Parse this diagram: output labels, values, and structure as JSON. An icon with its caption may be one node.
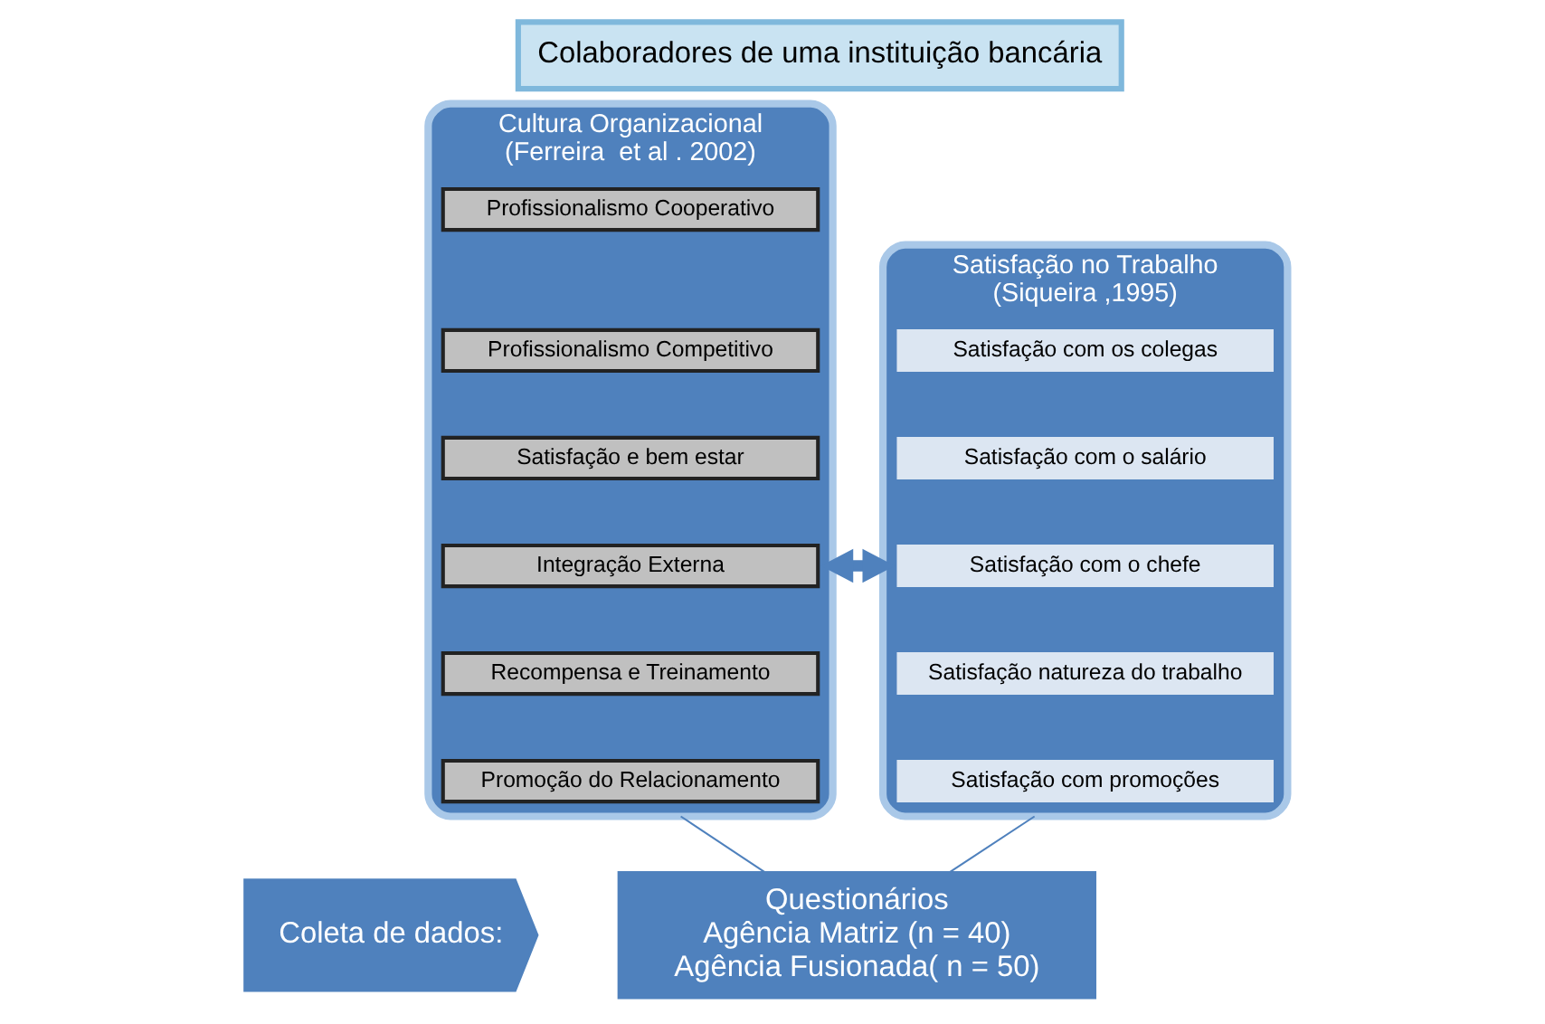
{
  "diagram": {
    "nodes": [
      {
        "text": [
          "Colaboradores de uma instituição bancária"
        ]
      },
      {
        "text": [
          "Cultura Organizacional",
          "(Ferreira  et al . 2002)"
        ]
      },
      {
        "text": [
          "Profissionalismo Cooperativo"
        ],
        "in": 1
      },
      {
        "text": [
          "Profissionalismo Competitivo"
        ],
        "in": 1
      },
      {
        "text": [
          "Satisfação e bem estar"
        ],
        "in": 1
      },
      {
        "text": [
          "Integração Externa"
        ],
        "in": 1
      },
      {
        "text": [
          "Recompensa e Treinamento"
        ],
        "in": 1
      },
      {
        "text": [
          "Promoção do Relacionamento"
        ],
        "in": 1
      },
      {
        "text": [
          "Satisfação no Trabalho",
          "(Siqueira ,1995)"
        ]
      },
      {
        "text": [
          "Satisfação com os colegas"
        ],
        "in": 8
      },
      {
        "text": [
          "Satisfação com o salário"
        ],
        "in": 8
      },
      {
        "text": [
          "Satisfação com o chefe"
        ],
        "in": 8
      },
      {
        "text": [
          "Satisfação natureza do trabalho"
        ],
        "in": 8
      },
      {
        "text": [
          "Satisfação com promoções"
        ],
        "in": 8
      },
      {
        "text": [
          "Coleta de dados:"
        ]
      },
      {
        "text": [
          "Questionários",
          "Agência Matriz (n = 40)",
          "Agência Fusionada( n = 50)"
        ]
      }
    ],
    "edges": [
      {
        "from": 1,
        "to": 8,
        "arrow": "both",
        "style": "thick"
      },
      {
        "from": 1,
        "to": 15,
        "arrow": "none"
      },
      {
        "from": 8,
        "to": 15,
        "arrow": "none"
      }
    ]
  }
}
